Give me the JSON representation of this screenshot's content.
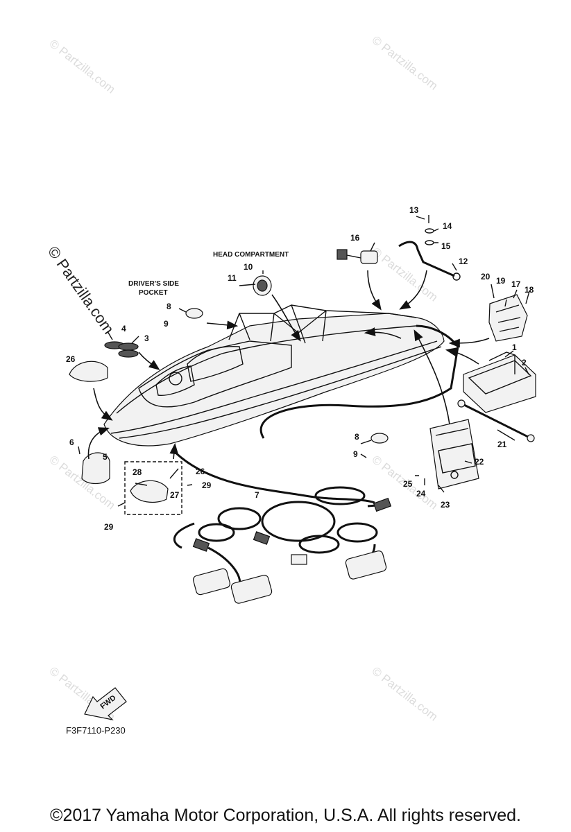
{
  "watermark": {
    "diagonal_text": "© Partzilla.com",
    "large_text": "© Partzilla.com"
  },
  "captions": {
    "head_compartment": "HEAD COMPARTMENT",
    "drivers_side_line1": "DRIVER'S SIDE",
    "drivers_side_line2": "POCKET"
  },
  "fwd_label": "FWD",
  "diagram_code": "F3F7110-P230",
  "copyright": "©2017  Yamaha Motor Corporation, U.S.A. All rights reserved.",
  "callouts": {
    "c1": "1",
    "c2": "2",
    "c3": "3",
    "c4": "4",
    "c5": "5",
    "c6": "6",
    "c7": "7",
    "c8a": "8",
    "c8b": "8",
    "c9a": "9",
    "c9b": "9",
    "c10": "10",
    "c11": "11",
    "c12": "12",
    "c13": "13",
    "c14": "14",
    "c15": "15",
    "c16": "16",
    "c17": "17",
    "c18": "18",
    "c19": "19",
    "c20": "20",
    "c21": "21",
    "c22": "22",
    "c23": "23",
    "c24": "24",
    "c25": "25",
    "c26a": "26",
    "c26b": "26",
    "c27": "27",
    "c28": "28",
    "c29a": "29",
    "c29b": "29"
  }
}
